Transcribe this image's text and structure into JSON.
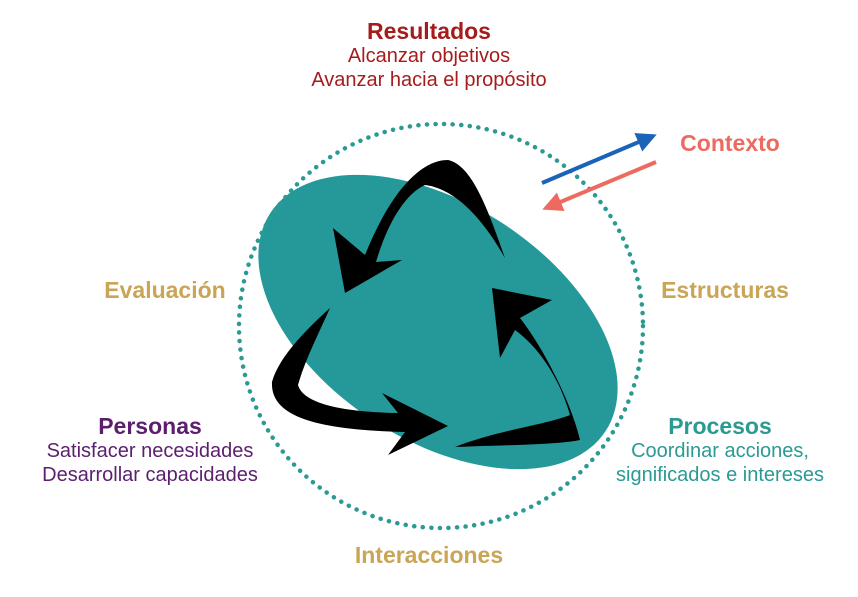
{
  "colors": {
    "results": "#a61c1c",
    "context": "#ec6a5f",
    "neutral_label": "#c9a555",
    "people": "#5b1f6e",
    "processes": "#2a9a92",
    "ellipse": "#25999a",
    "circle": "#2a9a92",
    "arrow_out": "#1a63b8",
    "arrow_in": "#ec6a5f",
    "cycle_arrows": "#000000"
  },
  "labels": {
    "resultados": {
      "title": "Resultados",
      "line1": "Alcanzar objetivos",
      "line2": "Avanzar hacia el propósito"
    },
    "contexto": {
      "title": "Contexto"
    },
    "evaluacion": {
      "title": "Evaluación"
    },
    "estructuras": {
      "title": "Estructuras"
    },
    "personas": {
      "title": "Personas",
      "line1": "Satisfacer necesidades",
      "line2": "Desarrollar capacidades"
    },
    "procesos": {
      "title": "Procesos",
      "line1": "Coordinar acciones,",
      "line2": "significados e intereses"
    },
    "interacciones": {
      "title": "Interacciones"
    }
  }
}
